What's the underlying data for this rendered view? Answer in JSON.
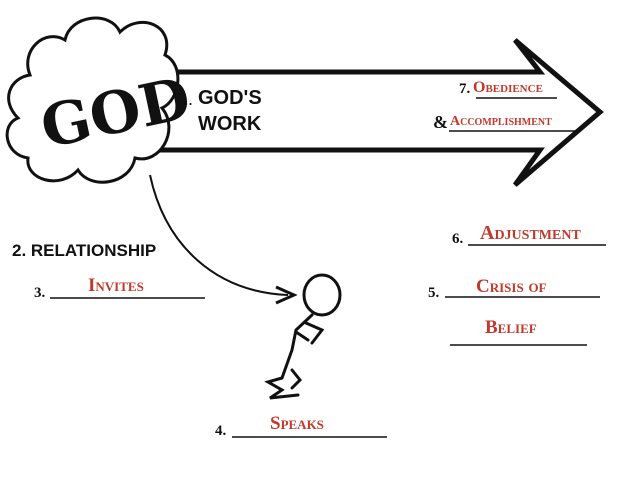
{
  "cloud": {
    "text": "GOD"
  },
  "arrow": {
    "number": "1.",
    "line1": "GOD'S",
    "line2": "WORK"
  },
  "steps": {
    "relationship": "2. RELATIONSHIP",
    "invites_num": "3.",
    "invites": "Invites",
    "speaks_num": "4.",
    "speaks": "Speaks",
    "crisis_num": "5.",
    "crisis_line1": "Crisis of",
    "crisis_line2": "Belief",
    "adjustment_num": "6.",
    "adjustment": "Adjustment",
    "obedience_num": "7.",
    "obedience": "Obedience",
    "amp": "&",
    "accomplishment": "Accomplishment"
  },
  "colors": {
    "answer": "#c0392b",
    "ink": "#111111"
  }
}
